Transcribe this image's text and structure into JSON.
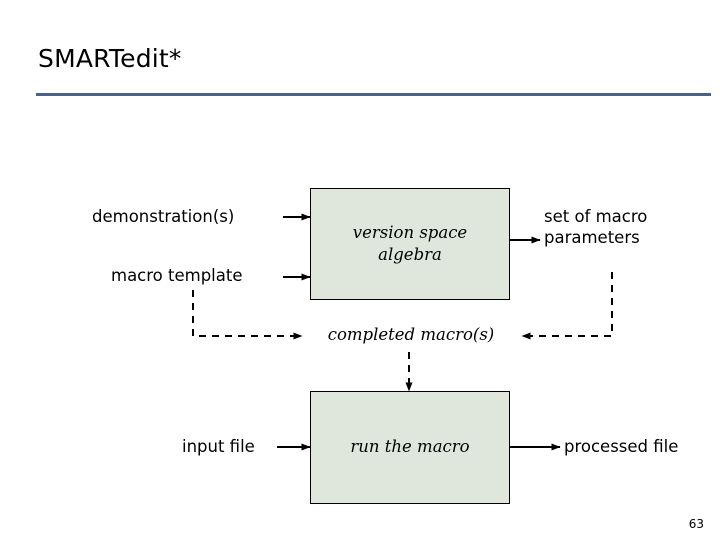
{
  "slide": {
    "title": "SMARTedit*",
    "number": "63",
    "rule_color": "#4a6288"
  },
  "diagram": {
    "type": "flowchart",
    "box_fill": "#dfe7dc",
    "box_stroke": "#000000",
    "boxes": [
      {
        "id": "version-space-algebra",
        "label": "version space\nalgebra",
        "line1": "version space",
        "line2": "algebra"
      },
      {
        "id": "run-the-macro",
        "label": "run the macro",
        "line1": "run the macro",
        "line2": ""
      }
    ],
    "labels": {
      "demonstrations": "demonstration(s)",
      "macro_template": "macro template",
      "set_of_macro_parameters": "set of macro parameters",
      "completed_macros": "completed macro(s)",
      "input_file": "input file",
      "processed_file": "processed file"
    },
    "edges": [
      {
        "from": "demonstration(s)",
        "to": "version space algebra",
        "style": "solid",
        "arrow": true
      },
      {
        "from": "macro template",
        "to": "version space algebra",
        "style": "solid",
        "arrow": true
      },
      {
        "from": "version space algebra",
        "to": "set of macro parameters",
        "style": "solid",
        "arrow": true
      },
      {
        "from": "macro template",
        "to": "completed macro(s)",
        "style": "dashed",
        "arrow": true
      },
      {
        "from": "set of macro parameters",
        "to": "completed macro(s)",
        "style": "dashed",
        "arrow": true
      },
      {
        "from": "completed macro(s)",
        "to": "run the macro",
        "style": "dashed",
        "arrow": true
      },
      {
        "from": "input file",
        "to": "run the macro",
        "style": "solid",
        "arrow": true
      },
      {
        "from": "run the macro",
        "to": "processed file",
        "style": "solid",
        "arrow": true
      }
    ]
  }
}
